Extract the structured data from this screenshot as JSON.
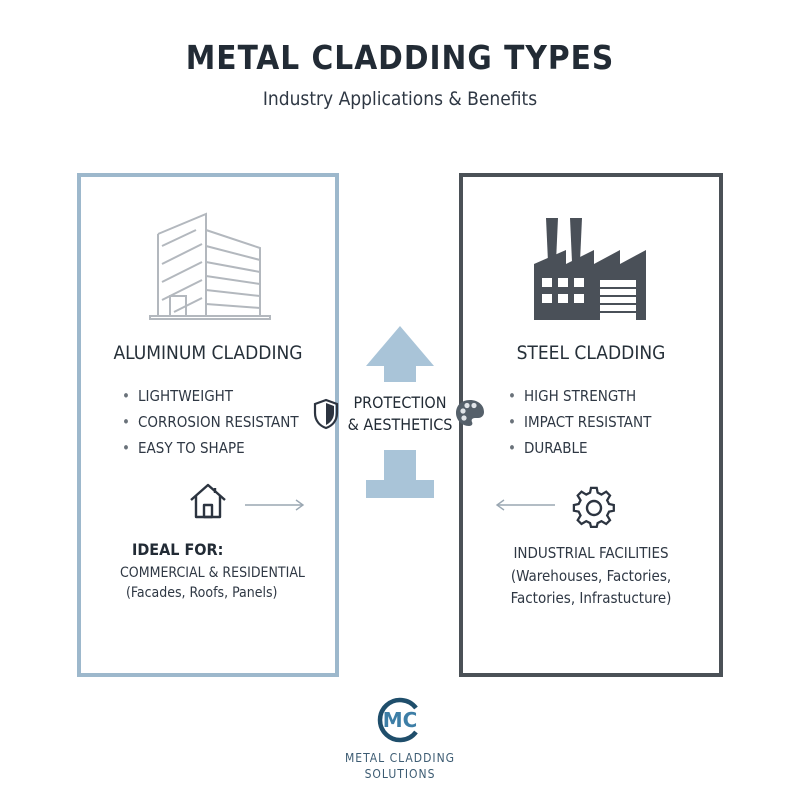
{
  "header": {
    "title": "METAL CLADDING TYPES",
    "subtitle": "Industry Applications & Benefits"
  },
  "left_panel": {
    "title": "ALUMINUM CLADDING",
    "bullets": [
      "LIGHTWEIGHT",
      "CORROSION RESISTANT",
      "EASY TO SHAPE"
    ],
    "ideal_title": "IDEAL FOR:",
    "ideal_lines": [
      "COMMERCIAL & RESIDENTIAL",
      "(Facades, Roofs, Panels)"
    ],
    "icons": [
      "building-icon",
      "house-icon",
      "arrow-right-icon"
    ],
    "border_color": "#9db8cc"
  },
  "right_panel": {
    "title": "STEEL CLADDING",
    "bullets": [
      "HIGH STRENGTH",
      "IMPACT RESISTANT",
      "DURABLE"
    ],
    "lines": [
      "INDUSTRIAL FACILITIES",
      "(Warehouses, Factories,",
      "Factories, Infrastucture)"
    ],
    "icons": [
      "factory-icon",
      "gear-icon",
      "arrow-left-icon"
    ],
    "border_color": "#4b5157"
  },
  "center": {
    "label_line1": "PROTECTION",
    "label_line2": "& AESTHETICS",
    "icons": [
      "shield-icon",
      "palette-icon",
      "up-arrow-icon"
    ],
    "arrow_color": "#a9c4d8"
  },
  "logo": {
    "monogram": "MC",
    "line1": "METAL CLADDING",
    "line2": "SOLUTIONS",
    "colors": [
      "#1f4e6b",
      "#3d7ea6"
    ]
  }
}
